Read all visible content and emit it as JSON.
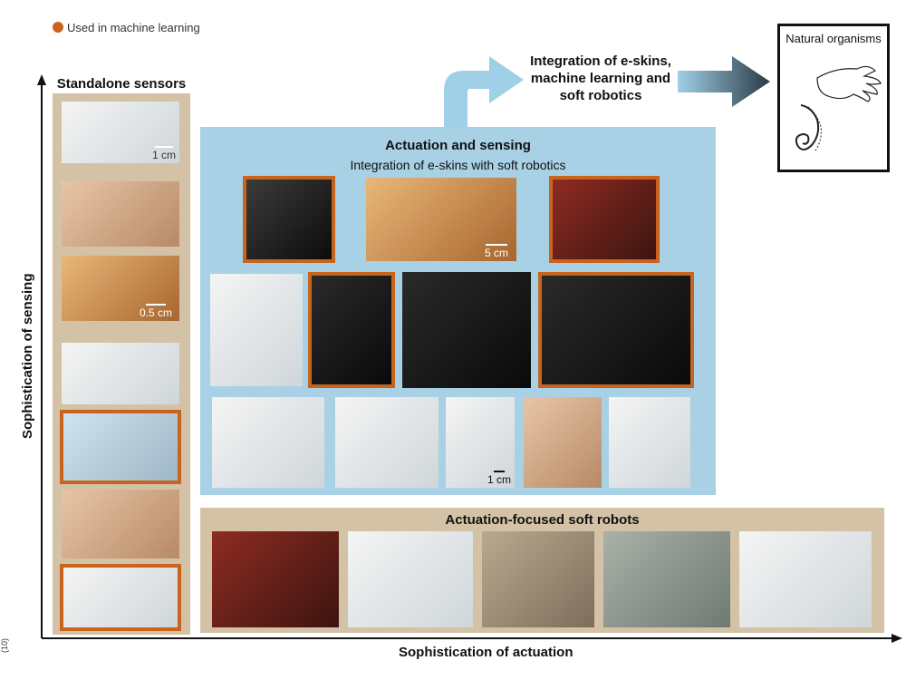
{
  "legend": {
    "label": "Used in machine learning",
    "color": "#c8641e"
  },
  "axes": {
    "y_label": "Sophistication of sensing",
    "x_label": "Sophistication of actuation"
  },
  "standalone": {
    "title": "Standalone sensors",
    "scale_1": "1 cm",
    "scale_2": "0.5 cm"
  },
  "actuation_sensing": {
    "title": "Actuation and sensing",
    "subtitle": "Integration of e-skins with soft robotics",
    "scale_1": "5 cm",
    "scale_2": "1 cm"
  },
  "actuation_focused": {
    "title": "Actuation-focused soft robots"
  },
  "integration": {
    "label": "Integration of e-skins, machine learning and soft robotics"
  },
  "natural": {
    "label": "Natural organisms"
  },
  "side_note": "(10)",
  "colors": {
    "accent": "#c8641e",
    "blue_panel": "#a8d1e6",
    "tan_panel": "#d4c2a6",
    "arrow": "#8fc6df"
  }
}
